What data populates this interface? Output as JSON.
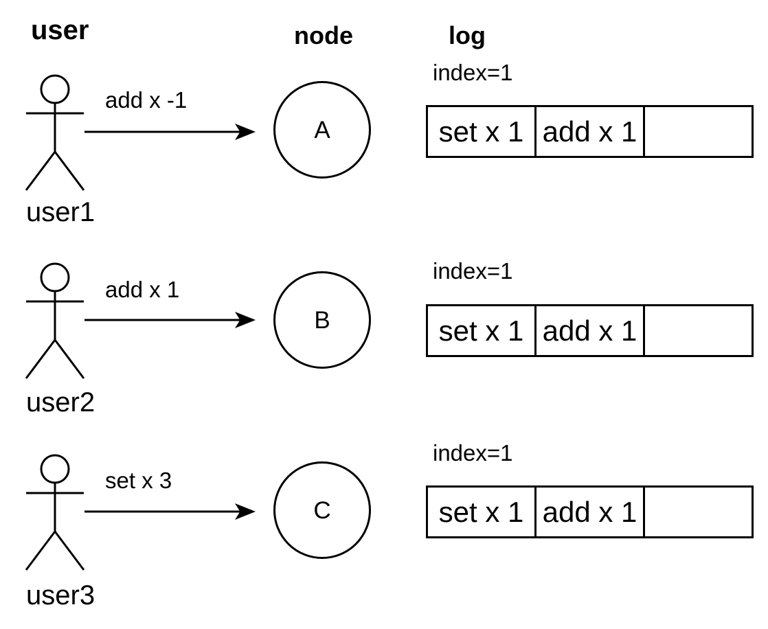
{
  "headers": {
    "user": "user",
    "node": "node",
    "log": "log"
  },
  "rows": [
    {
      "user_name": "user1",
      "request": "add x -1",
      "node_name": "A",
      "log_index": "index=1",
      "log_entries": [
        "set x 1",
        "add x 1",
        ""
      ]
    },
    {
      "user_name": "user2",
      "request": "add x 1",
      "node_name": "B",
      "log_index": "index=1",
      "log_entries": [
        "set x 1",
        "add x 1",
        ""
      ]
    },
    {
      "user_name": "user3",
      "request": "set x 3",
      "node_name": "C",
      "log_index": "index=1",
      "log_entries": [
        "set x 1",
        "add x 1",
        ""
      ]
    }
  ],
  "colors": {
    "background": "#ffffff",
    "stroke": "#000000",
    "text": "#000000"
  }
}
